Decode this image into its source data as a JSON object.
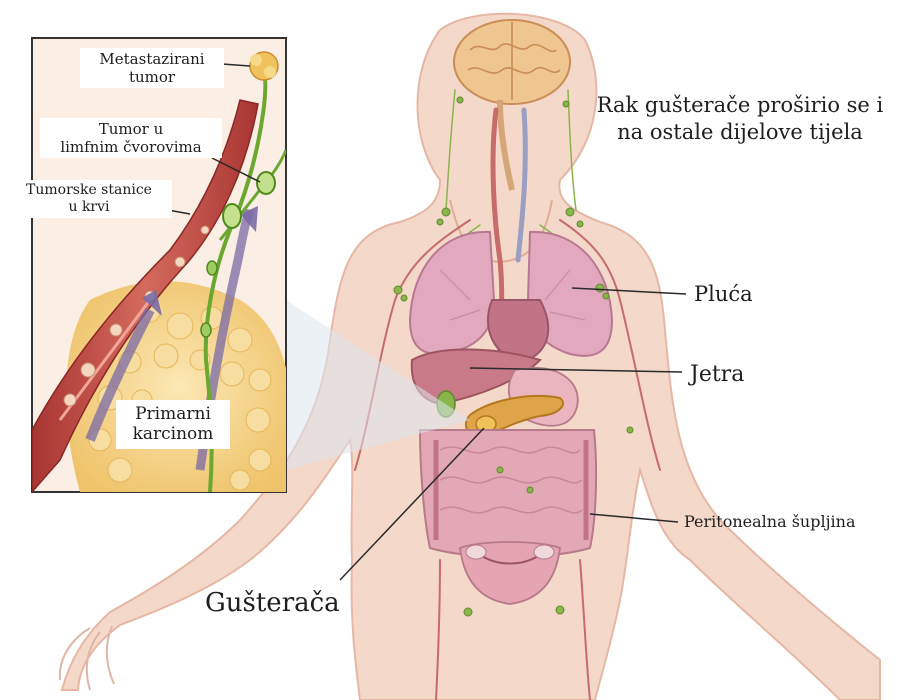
{
  "title": "Rak gušterače proširio se i na ostale dijelove tijela",
  "labels": {
    "pluca": "Pluća",
    "jetra": "Jetra",
    "peritoneum": "Peritonealna šupljina",
    "gusteraca": "Gušterača"
  },
  "inset": {
    "metastatic_line1": "Metastazirani",
    "metastatic_line2": "tumor",
    "lymph_line1": "Tumor u",
    "lymph_line2": "limfnim čvorovima",
    "blood_line1": "Tumorske stanice",
    "blood_line2": "u krvi",
    "primary_line1": "Primarni",
    "primary_line2": "karcinom"
  },
  "colors": {
    "skin": "#f3d2c1",
    "skin_edge": "#e2ab96",
    "lung": "#e2a8bd",
    "liver": "#c97a88",
    "pancreas": "#e0a448",
    "intestine": "#e3a8b6",
    "blood_vessel": "#b93e3c",
    "lymph": "#79b23c",
    "tissue": "#f4cf7e",
    "arrow": "#7a6aa6"
  }
}
